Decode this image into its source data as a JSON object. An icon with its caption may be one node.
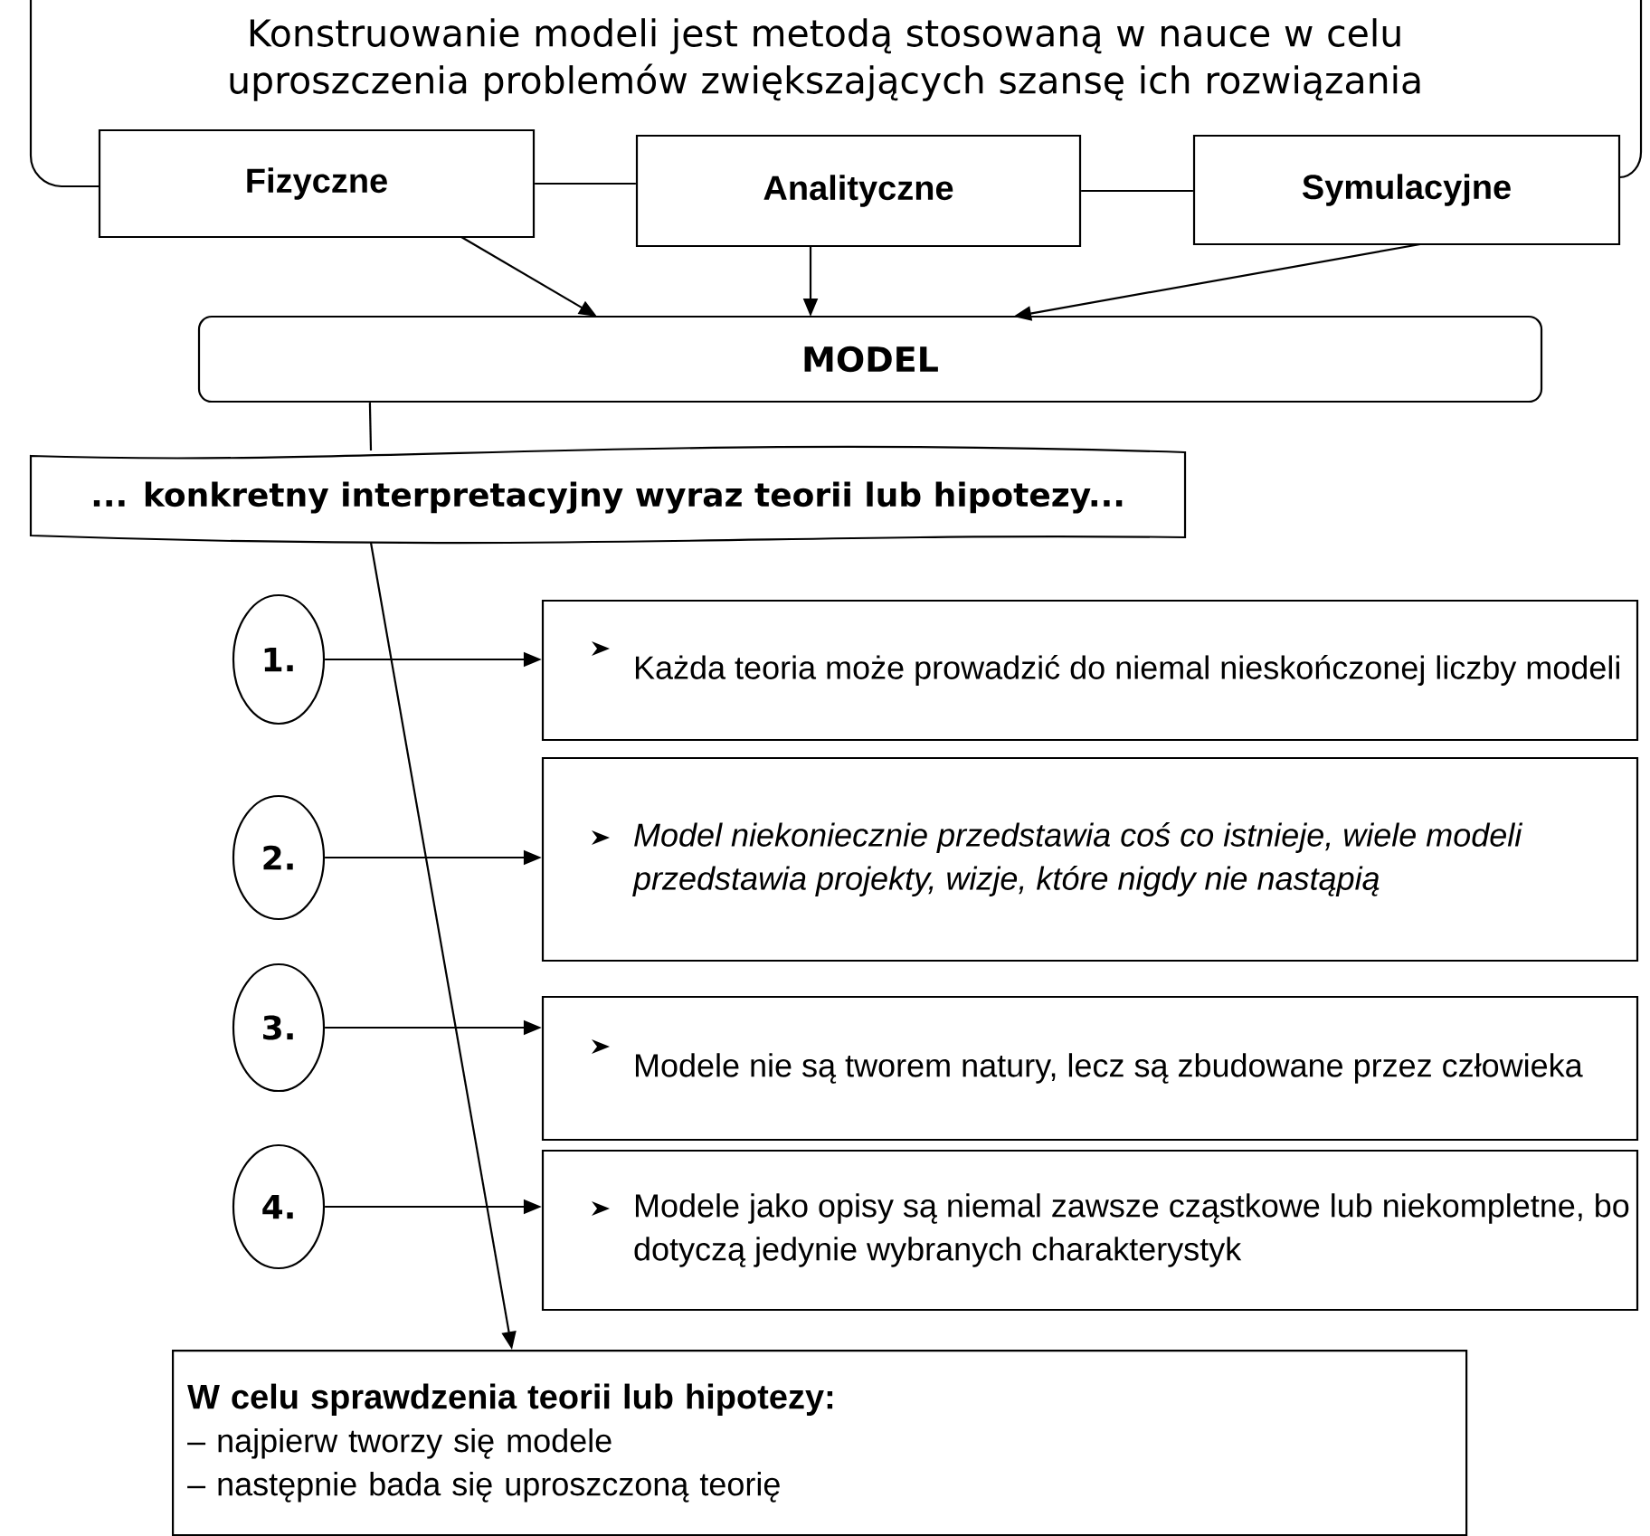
{
  "diagram": {
    "nodes": [
      {
        "text": [
          "Konstruowanie modeli jest metodą stosowaną w nauce w celu uproszczenia problemów zwiększających szansę ich rozwiązania"
        ]
      },
      {
        "text": [
          "Fizyczne"
        ]
      },
      {
        "text": [
          "Analityczne"
        ]
      },
      {
        "text": [
          "Symulacyjne"
        ]
      },
      {
        "text": [
          "MODEL"
        ]
      },
      {
        "text": [
          "... konkretny interpretacyjny wyraz teorii lub hipotezy..."
        ]
      },
      {
        "text": [
          "1."
        ]
      },
      {
        "text": [
          "Każda teoria może prowadzić do niemal nieskończonej liczby modeli"
        ]
      },
      {
        "text": [
          "2."
        ]
      },
      {
        "text": [
          "Model niekoniecznie przedstawia coś co istnieje, wiele modeli przedstawia projekty, wizje, które nigdy nie nastąpią"
        ]
      },
      {
        "text": [
          "3."
        ]
      },
      {
        "text": [
          "Modele nie są tworem natury, lecz są zbudowane przez człowieka"
        ]
      },
      {
        "text": [
          "4."
        ]
      },
      {
        "text": [
          "Modele jako opisy są niemal zawsze cząstkowe lub niekompletne, bo dotyczą jedynie wybranych charakterystyk"
        ]
      },
      {
        "text": [
          "W celu sprawdzenia teorii lub hipotezy:",
          "– najpierw tworzy się modele",
          "– następnie bada się uproszczoną teorię"
        ]
      }
    ],
    "edges": [
      {
        "from": 1,
        "to": 2,
        "arrow": "none"
      },
      {
        "from": 2,
        "to": 3,
        "arrow": "none"
      },
      {
        "from": 1,
        "to": 4,
        "arrow": "to"
      },
      {
        "from": 2,
        "to": 4,
        "arrow": "to"
      },
      {
        "from": 3,
        "to": 4,
        "arrow": "to"
      },
      {
        "from": 4,
        "to": 5,
        "arrow": "none"
      },
      {
        "from": 5,
        "to": 14,
        "arrow": "to"
      },
      {
        "from": 6,
        "to": 7,
        "arrow": "to"
      },
      {
        "from": 8,
        "to": 9,
        "arrow": "to"
      },
      {
        "from": 10,
        "to": 11,
        "arrow": "to"
      },
      {
        "from": 12,
        "to": 13,
        "arrow": "to"
      }
    ]
  }
}
